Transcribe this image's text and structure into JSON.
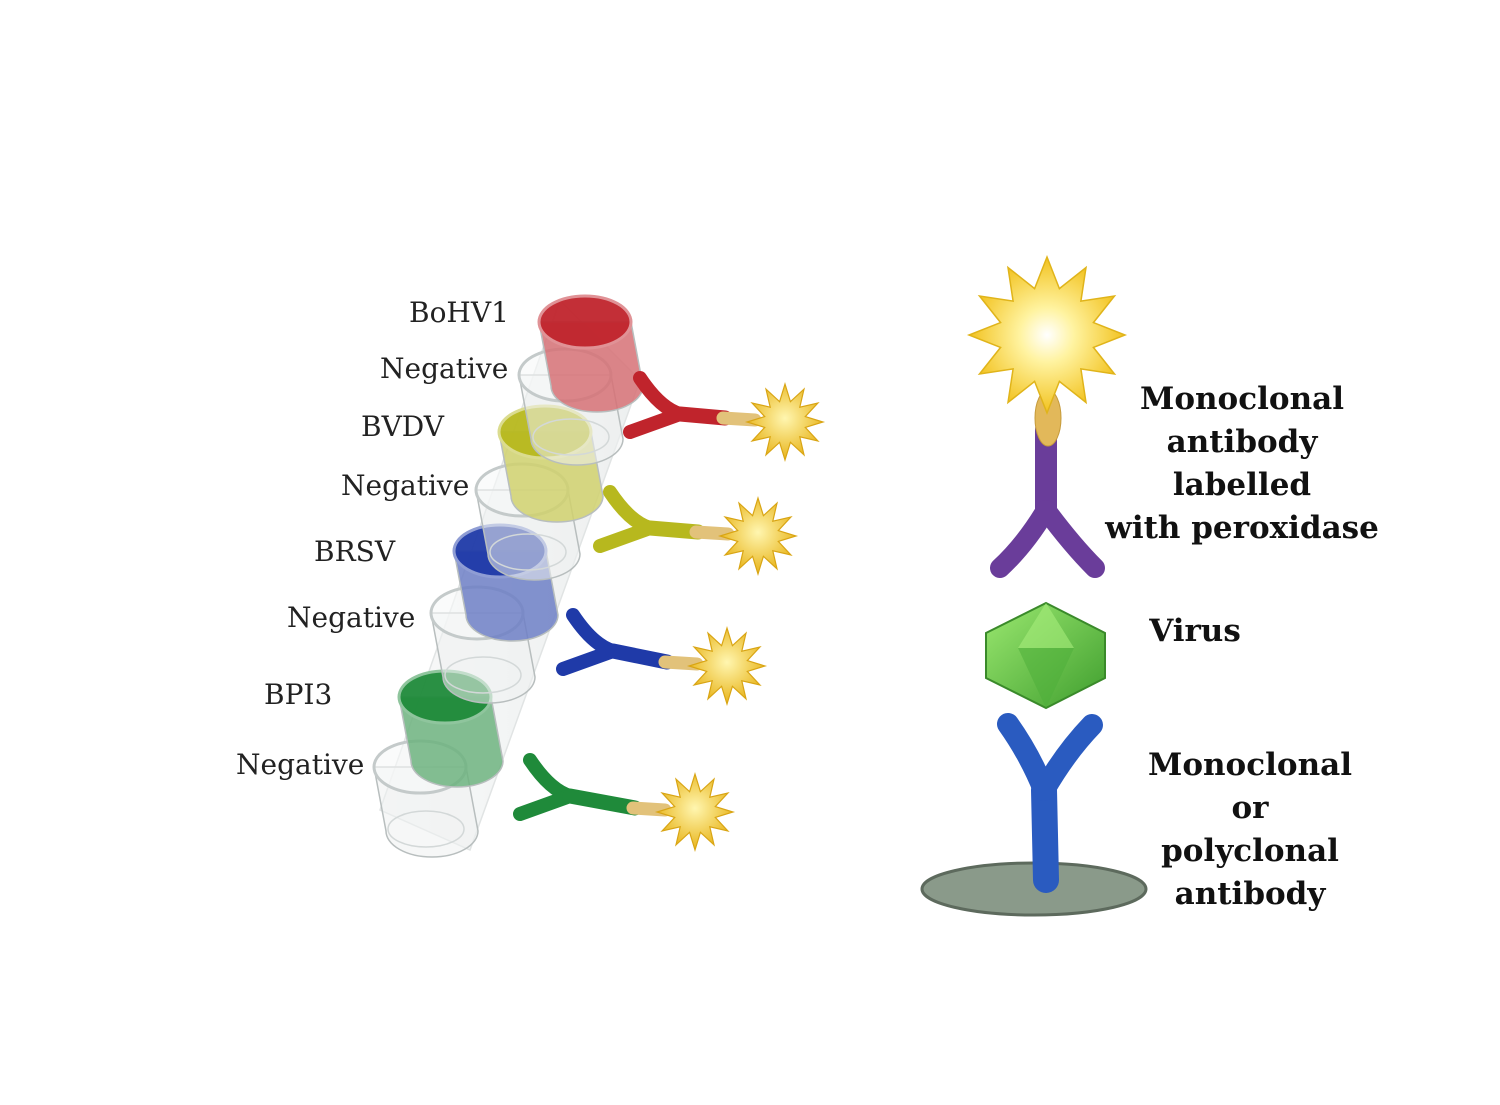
{
  "wells": [
    {
      "label": "BoHV1",
      "color": "#c0242c"
    },
    {
      "label": "Negative",
      "color": null
    },
    {
      "label": "BVDV",
      "color": "#b7b81e"
    },
    {
      "label": "Negative",
      "color": null
    },
    {
      "label": "BRSV",
      "color": "#1f3aa8"
    },
    {
      "label": "Negative",
      "color": null
    },
    {
      "label": "BPI3",
      "color": "#1f8a3a"
    },
    {
      "label": "Negative",
      "color": null
    }
  ],
  "legend": {
    "labelled_antibody": "Monoclonal\nantibody labelled\nwith peroxidase",
    "virus": "Virus",
    "capture_antibody": "Monoclonal or\npolyclonal\nantibody"
  },
  "colors": {
    "peroxidase": "#f5cf2a",
    "labelled_antibody": "#6a3d9a",
    "virus": "#6fcf4a",
    "capture_antibody": "#2a5bc0",
    "plate": "#8a9a8a"
  },
  "icons": [
    "peroxidase-star-icon",
    "antibody-icon",
    "virus-icon",
    "well-icon",
    "plate-icon"
  ]
}
